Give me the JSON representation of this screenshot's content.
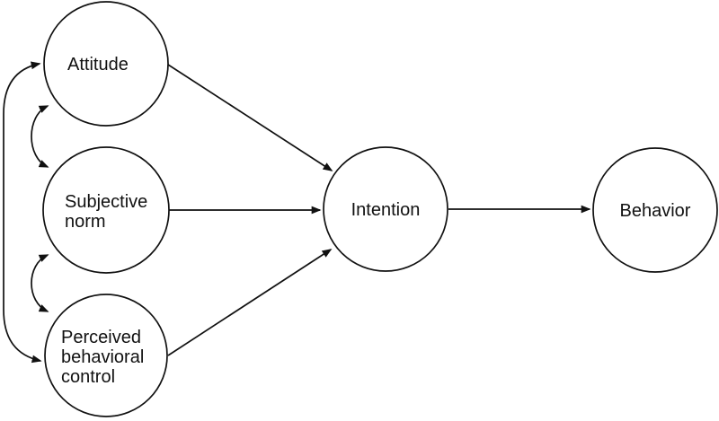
{
  "colors": {
    "line": "#111111",
    "node_fill": "#ffffff",
    "text": "#111111",
    "background": "#ffffff"
  },
  "nodes": {
    "attitude": {
      "label": "Attitude",
      "lines": [
        "Attitude"
      ]
    },
    "subjective_norm": {
      "label": "Subjective norm",
      "lines": [
        "Subjective",
        "norm"
      ]
    },
    "perceived_behavioral_control": {
      "label": "Perceived behavioral control",
      "lines": [
        "Perceived",
        "behavioral",
        "control"
      ]
    },
    "intention": {
      "label": "Intention",
      "lines": [
        "Intention"
      ]
    },
    "behavior": {
      "label": "Behavior",
      "lines": [
        "Behavior"
      ]
    }
  },
  "edges": [
    {
      "from": "Attitude",
      "to": "Intention",
      "style": "straight-arrow"
    },
    {
      "from": "Subjective norm",
      "to": "Intention",
      "style": "straight-arrow"
    },
    {
      "from": "Perceived behavioral control",
      "to": "Intention",
      "style": "straight-arrow"
    },
    {
      "from": "Intention",
      "to": "Behavior",
      "style": "straight-arrow"
    },
    {
      "from": "Attitude",
      "to": "Subjective norm",
      "style": "curved-double-arrow"
    },
    {
      "from": "Subjective norm",
      "to": "Perceived behavioral control",
      "style": "curved-double-arrow"
    },
    {
      "from": "Attitude",
      "to": "Perceived behavioral control",
      "style": "curved-double-arrow"
    }
  ]
}
